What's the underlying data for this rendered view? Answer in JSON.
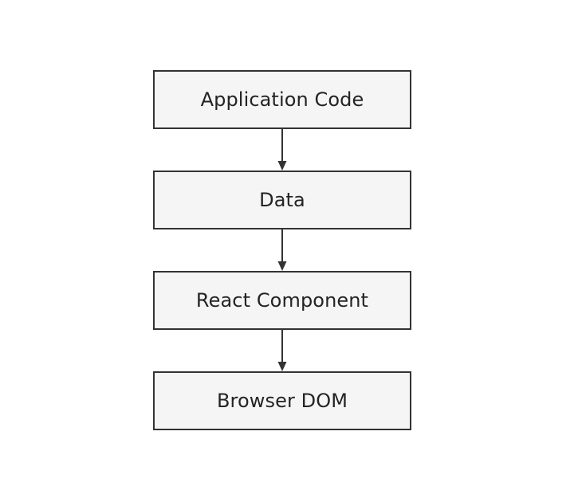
{
  "diagram": {
    "type": "flowchart",
    "orientation": "top-to-bottom",
    "title": "",
    "background_color": "#ffffff",
    "node_fill_color": "#f5f5f5",
    "node_border_color": "#333333",
    "text_color": "#242424",
    "connector_color": "#333333",
    "nodes": [
      {
        "id": "application-code",
        "label": "Application Code"
      },
      {
        "id": "data",
        "label": "Data"
      },
      {
        "id": "react-component",
        "label": "React Component"
      },
      {
        "id": "browser-dom",
        "label": "Browser DOM"
      }
    ],
    "connectors": [
      {
        "id": "arrow-1",
        "from": "application-code",
        "to": "data",
        "icon": "arrow-down-icon",
        "label": ""
      },
      {
        "id": "arrow-2",
        "from": "data",
        "to": "react-component",
        "icon": "arrow-down-icon",
        "label": ""
      },
      {
        "id": "arrow-3",
        "from": "react-component",
        "to": "browser-dom",
        "icon": "arrow-down-icon",
        "label": ""
      }
    ]
  }
}
